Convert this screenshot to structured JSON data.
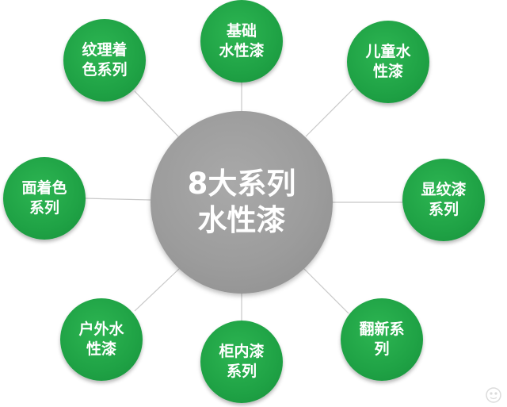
{
  "diagram": {
    "center": {
      "label": "8大系列\n水性漆"
    },
    "nodes": [
      {
        "label": "基础\n水性漆"
      },
      {
        "label": "儿童水\n性漆"
      },
      {
        "label": "显纹漆\n系列"
      },
      {
        "label": "翻新系\n列"
      },
      {
        "label": "柜内漆\n系列"
      },
      {
        "label": "户外水\n性漆"
      },
      {
        "label": "面着色\n系列"
      },
      {
        "label": "纹理着\n色系列"
      }
    ]
  },
  "colors": {
    "center_fill": "#9c9c9c",
    "node_fill": "#1fa245",
    "connector": "#c8c8c8",
    "text": "#ffffff"
  },
  "icons": {
    "watermark": "faint-logo-icon"
  }
}
